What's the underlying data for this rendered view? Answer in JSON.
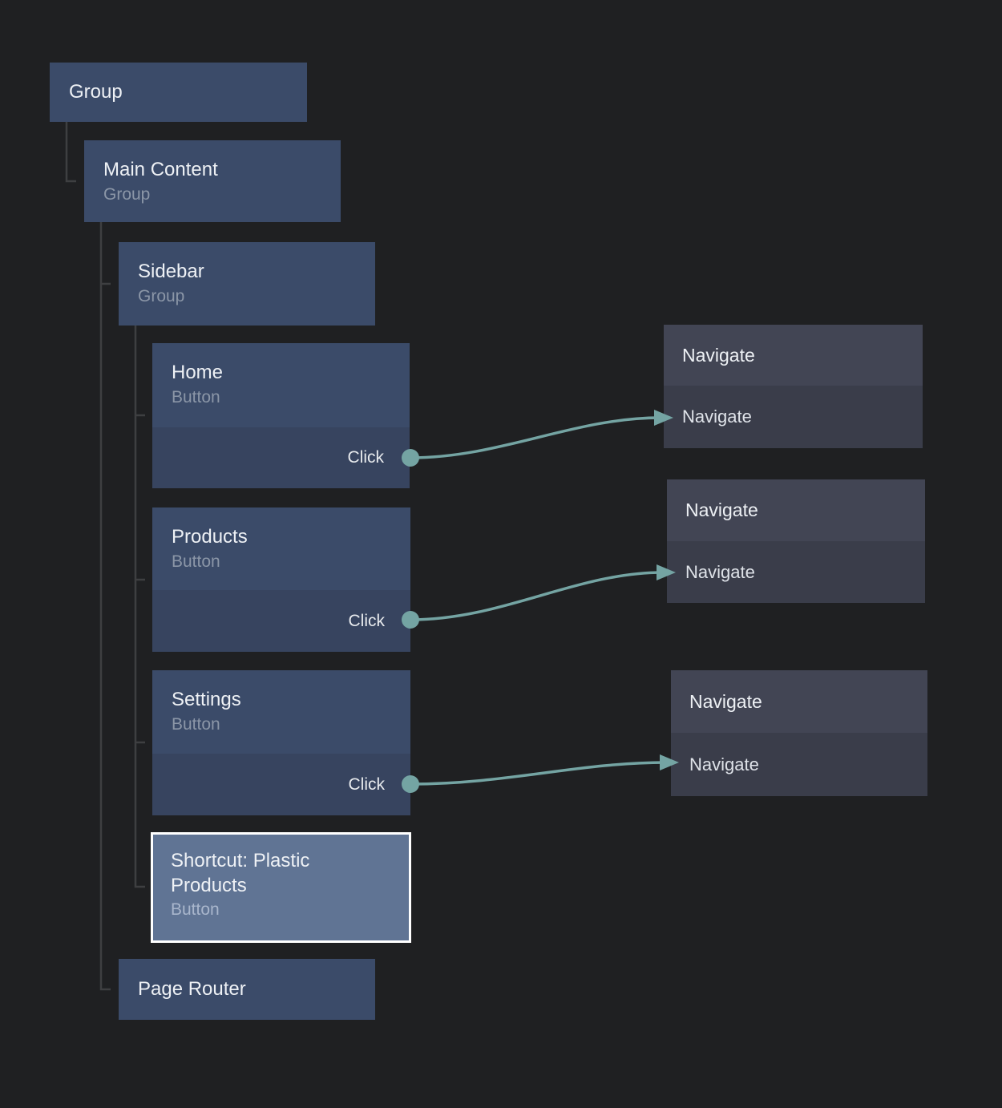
{
  "colors": {
    "background": "#1f2022",
    "node_fill": "#3b4b69",
    "node_port_fill": "#37445f",
    "action_header_fill": "#424554",
    "action_body_fill": "#3a3d4a",
    "shortcut_fill": "#607494",
    "shortcut_border": "#ffffff",
    "edge_color": "#74a4a3",
    "tree_line_color": "#3e3f41",
    "title_color": "#eef1f5",
    "subtitle_color": "#8b96a7"
  },
  "tree_nodes": {
    "group": {
      "title": "Group"
    },
    "main_content": {
      "title": "Main Content",
      "subtitle": "Group"
    },
    "sidebar": {
      "title": "Sidebar",
      "subtitle": "Group"
    },
    "home": {
      "title": "Home",
      "subtitle": "Button",
      "port": "Click"
    },
    "products": {
      "title": "Products",
      "subtitle": "Button",
      "port": "Click"
    },
    "settings": {
      "title": "Settings",
      "subtitle": "Button",
      "port": "Click"
    },
    "shortcut": {
      "title": "Shortcut: Plastic Products",
      "subtitle": "Button"
    },
    "page_router": {
      "title": "Page Router"
    }
  },
  "action_nodes": [
    {
      "title": "Navigate",
      "port": "Navigate"
    },
    {
      "title": "Navigate",
      "port": "Navigate"
    },
    {
      "title": "Navigate",
      "port": "Navigate"
    }
  ],
  "edges": [
    {
      "from": "Home.Click",
      "to": "Navigate.Navigate"
    },
    {
      "from": "Products.Click",
      "to": "Navigate.Navigate"
    },
    {
      "from": "Settings.Click",
      "to": "Navigate.Navigate"
    }
  ]
}
